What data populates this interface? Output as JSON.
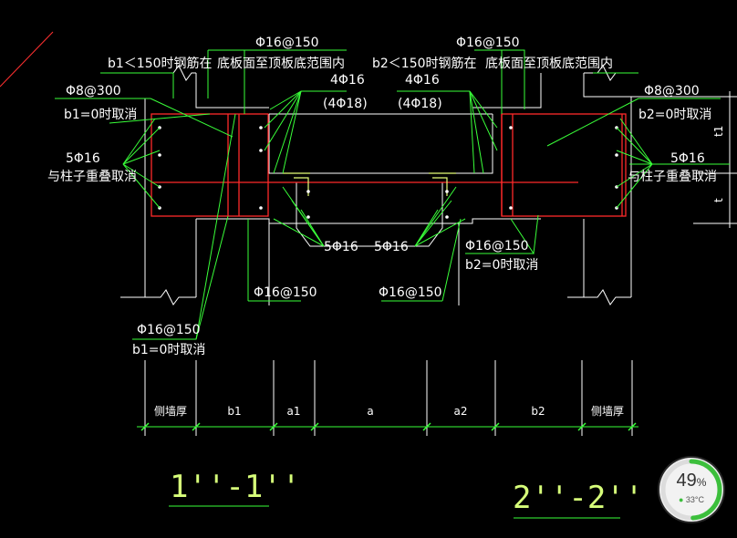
{
  "drawing": {
    "notes": {
      "b1_lt150": "b1＜150时钢筋在",
      "bottom_to_top_left": "底板面至顶板底范围内",
      "b2_lt150": "b2＜150时钢筋在",
      "bottom_to_top_right": "底板面至顶板底范围内",
      "phi16_150_top_left": "Φ16@150",
      "phi16_150_top_right": "Φ16@150",
      "phi8_300_left": "Φ8@300",
      "b1_zero_cancel_top": "b1=0时取消",
      "phi8_300_right": "Φ8@300",
      "b2_zero_cancel_top": "b2=0时取消",
      "bars_4phi16_left": "4Φ16",
      "bars_4phi18_left": "(4Φ18)",
      "bars_4phi16_right": "4Φ16",
      "bars_4phi18_right": "(4Φ18)",
      "bars_5phi16_left": "5Φ16",
      "overlap_cancel_left": "与柱子重叠取消",
      "bars_5phi16_right": "5Φ16",
      "overlap_cancel_right": "与柱子重叠取消",
      "bars_5phi16_mid_left": "5Φ16",
      "bars_5phi16_mid_right": "5Φ16",
      "phi16_150_mid_right": "Φ16@150",
      "b2_zero_cancel_mid": "b2=0时取消",
      "phi16_150_bottom_left": "Φ16@150",
      "phi16_150_bottom_right": "Φ16@150",
      "phi16_150_low_left": "Φ16@150",
      "b1_zero_cancel_low": "b1=0时取消",
      "dim_t1": "t1",
      "dim_t": "t"
    },
    "dimensions": [
      "侧墙厚",
      "b1",
      "a1",
      "a",
      "a2",
      "b2",
      "侧墙厚"
    ],
    "section_left": "1''-1''",
    "section_right": "2''-2''"
  },
  "gauge": {
    "percent": 49,
    "percent_text": "49",
    "percent_sign": "%",
    "temperature": "33°C",
    "ring_color": "#3cbf3c"
  }
}
